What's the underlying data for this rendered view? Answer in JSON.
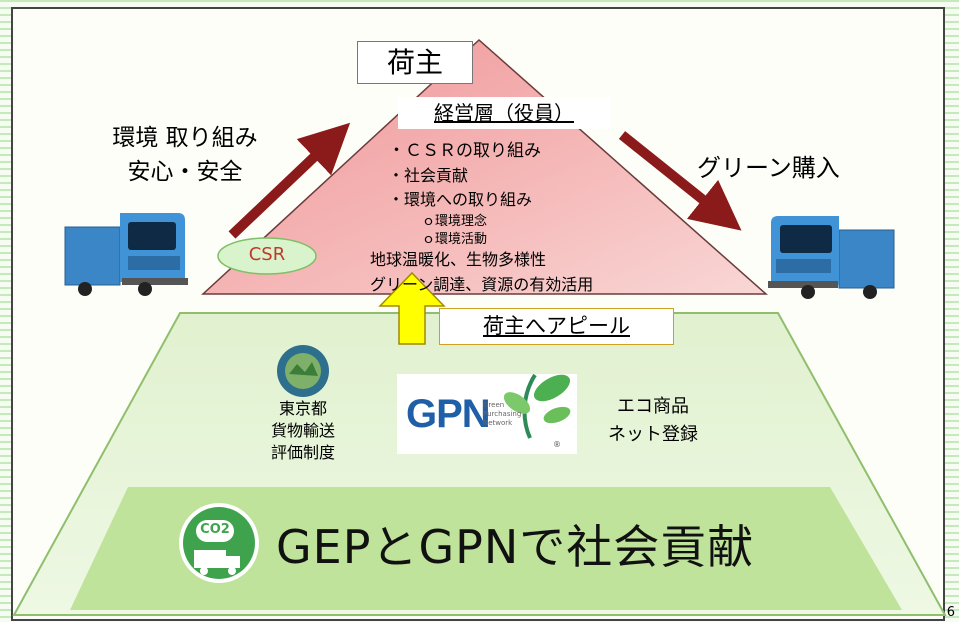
{
  "slide": {
    "left_caption": {
      "line1": "環境 取り組み",
      "line2": "安心・安全"
    },
    "right_caption": "グリーン購入",
    "csr_badge": "CSR",
    "pyramid_top": {
      "title": "荷主",
      "management": "経営層（役員）",
      "items": [
        "・ＣＳＲの取り組み",
        "・社会貢献",
        "・環境への取り組み",
        "ｏ環境理念",
        "ｏ環境活動",
        "地球温暖化、生物多様性",
        "グリーン調達、資源の有効活用"
      ]
    },
    "appeal_label": "荷主へアピール",
    "base": {
      "tokyo": {
        "line1": "東京都",
        "line2": "貨物輸送",
        "line3": "評価制度"
      },
      "gpn_logo": {
        "main": "GPN",
        "sub1": "Green",
        "sub2": "Purchasing",
        "sub3": "Network",
        "mark": "®"
      },
      "eco": {
        "line1": "エコ商品",
        "line2": "ネット登録"
      },
      "banner": "GEPとGPNで社会貢献",
      "co2_logo": "CO2"
    },
    "page_number": "6",
    "colors": {
      "stripe": "#c4eabb",
      "pyramid_top": "#f1a3a5",
      "pyramid_base": "#e9f6de",
      "banner": "#bfe39a",
      "arrow": "#8b1a1a",
      "appeal_arrow": "#ffff00",
      "csr_badge": "#d9f4cc",
      "truck": "#3b86c6"
    }
  }
}
